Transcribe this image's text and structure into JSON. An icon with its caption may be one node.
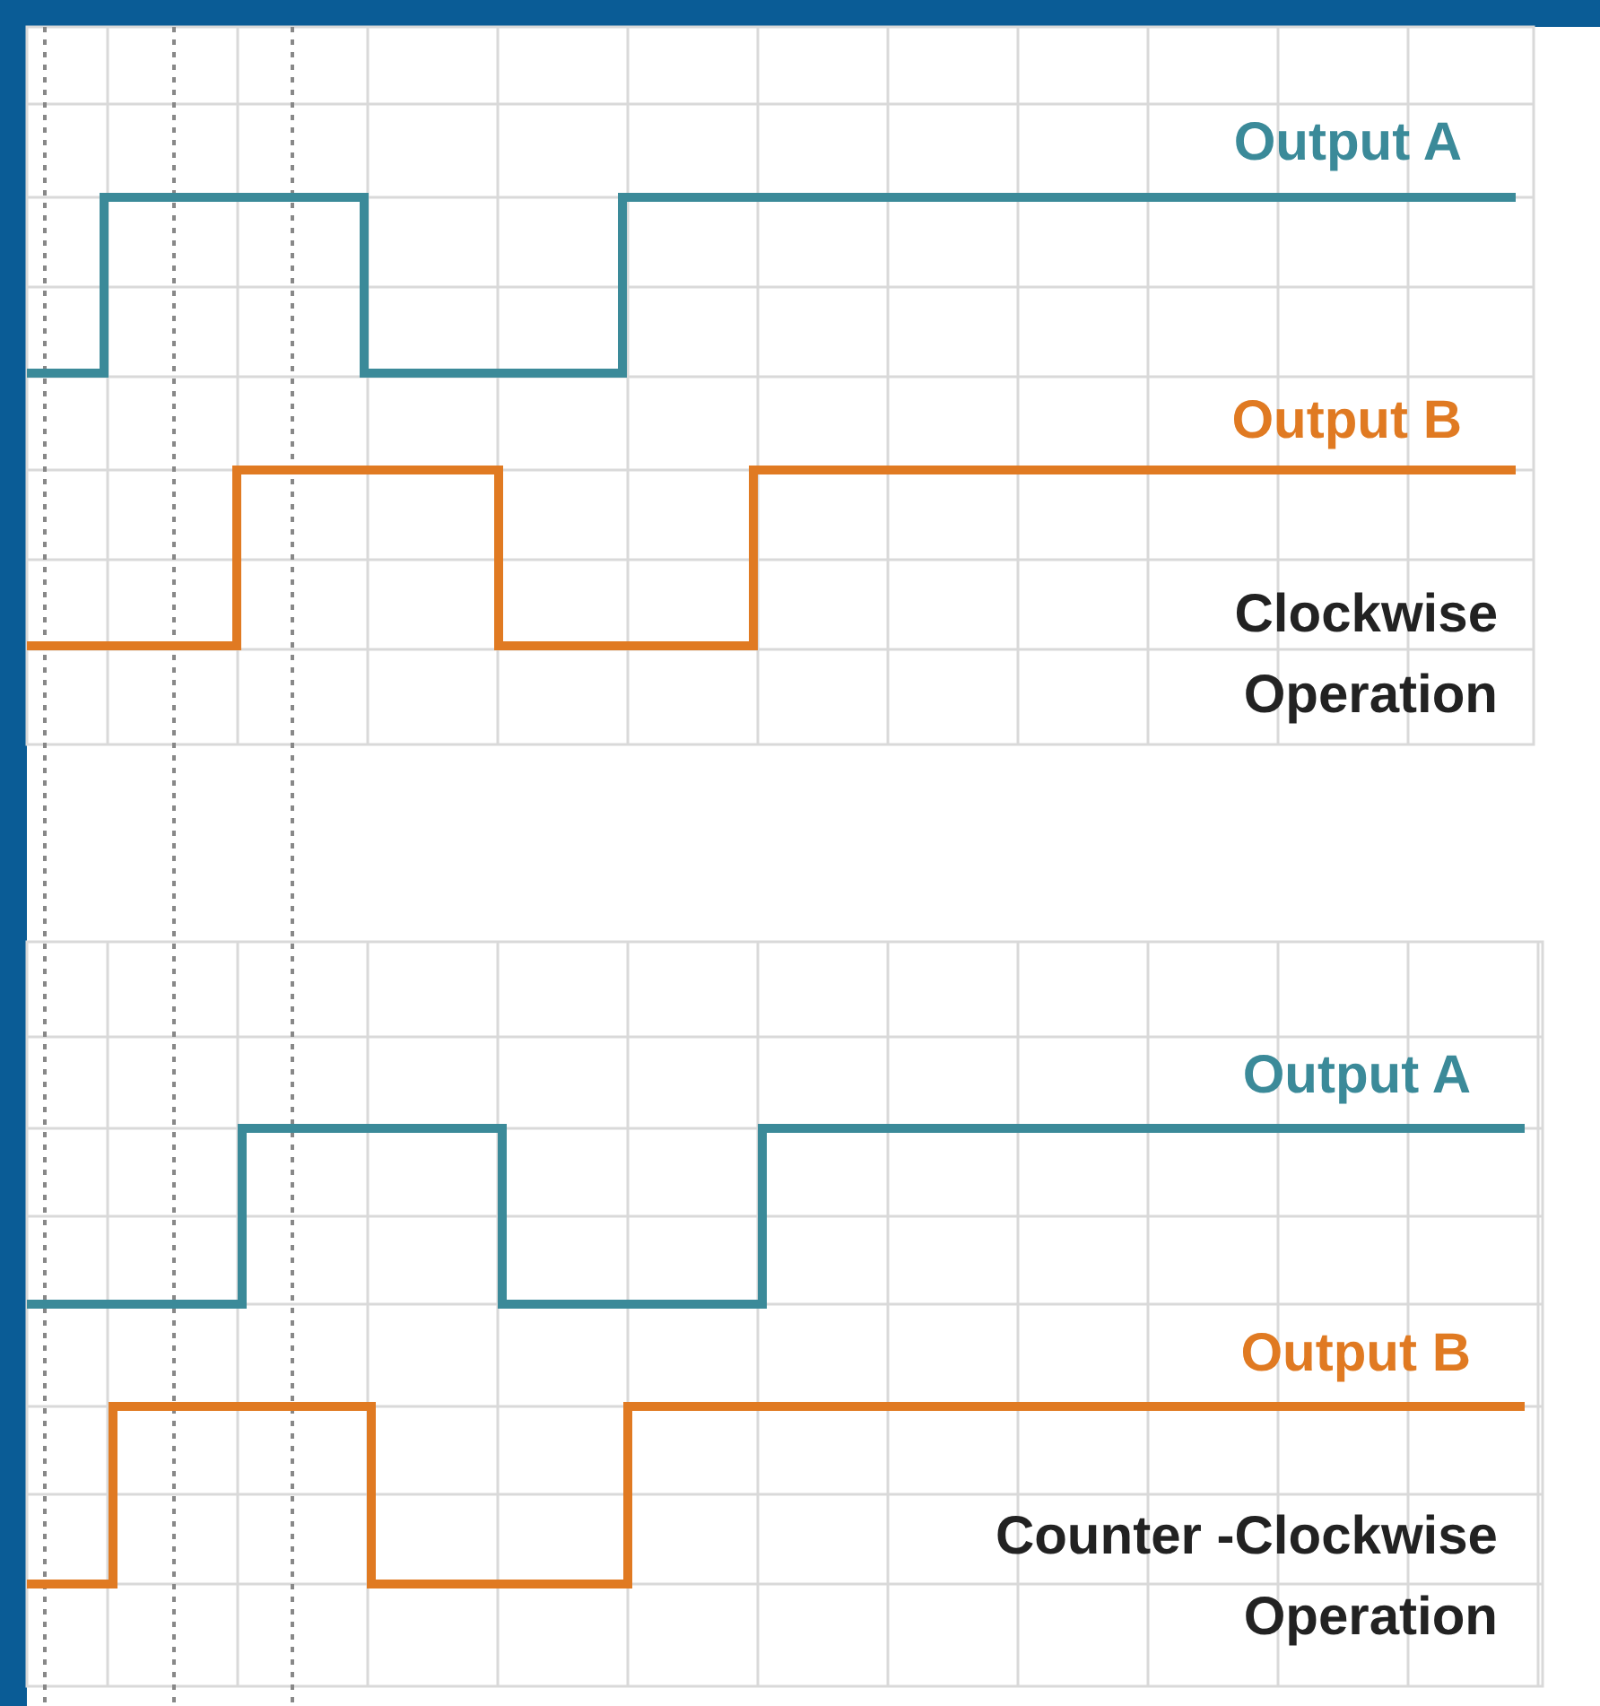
{
  "diagram": {
    "labels": [
      "Output A",
      "Output B",
      "Clockwise Operation",
      "Output A",
      "Output B",
      "Counter -Clockwise Operation"
    ]
  }
}
